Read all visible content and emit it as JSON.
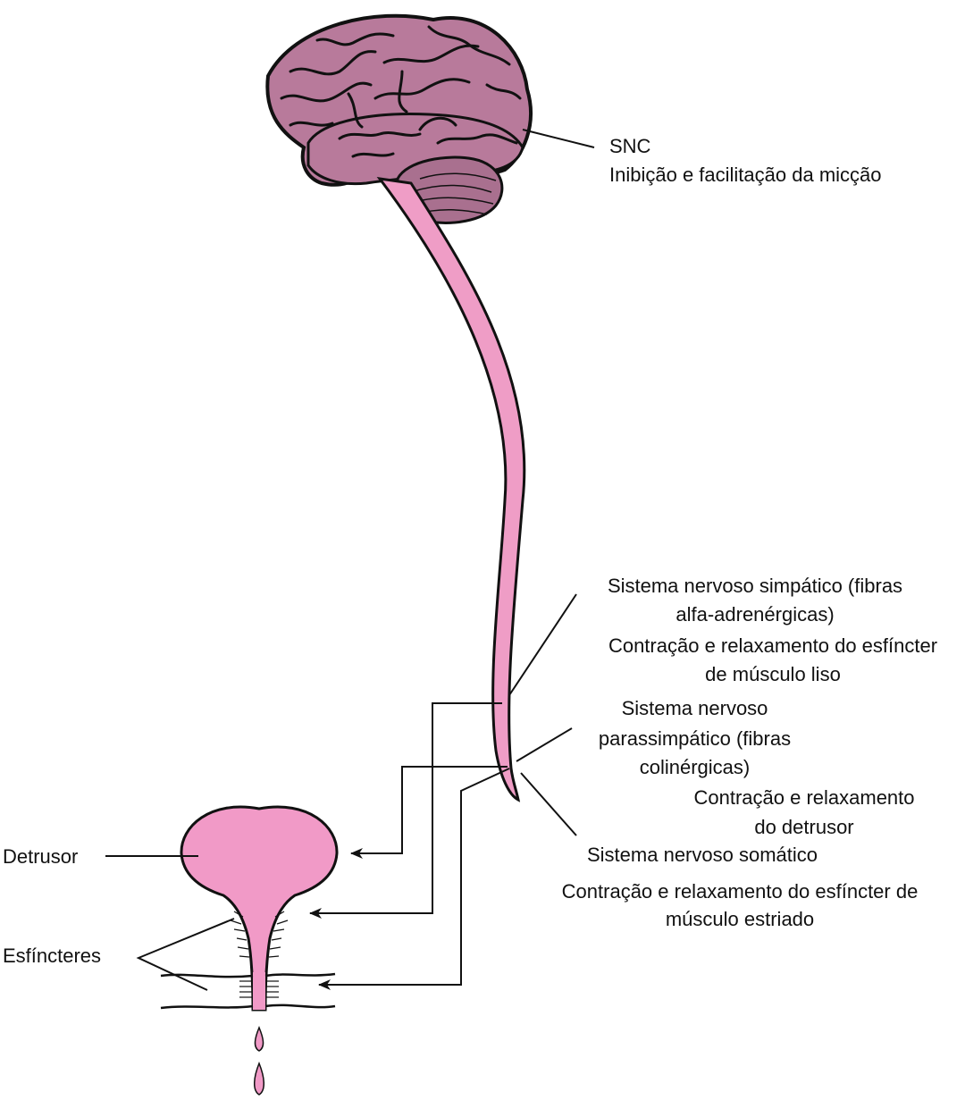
{
  "colors": {
    "brain_fill": "#b87a9b",
    "brain_dark": "#8e5676",
    "cerebellum_fill": "#a9708f",
    "cord_fill": "#ef9dc6",
    "bladder_fill": "#f19ac7",
    "stroke": "#111111"
  },
  "labels": {
    "snc_title": "SNC",
    "snc_desc": "Inibição e facilitação da micção",
    "simp_line1": "Sistema nervoso simpático (fibras",
    "simp_line2": "alfa-adrenérgicas)",
    "simp_desc1": "Contração e relaxamento do esfíncter",
    "simp_desc2": "de músculo liso",
    "parasimp_line1": "Sistema nervoso",
    "parasimp_line2": "parassimpático (fibras",
    "parasimp_line3": "colinérgicas)",
    "parasimp_desc1": "Contração e relaxamento",
    "parasimp_desc2": "do detrusor",
    "somatic_title": "Sistema nervoso somático",
    "somatic_desc1": "Contração e relaxamento do esfíncter de",
    "somatic_desc2": "músculo estriado",
    "detrusor": "Detrusor",
    "esfincteres": "Esfíncteres"
  }
}
